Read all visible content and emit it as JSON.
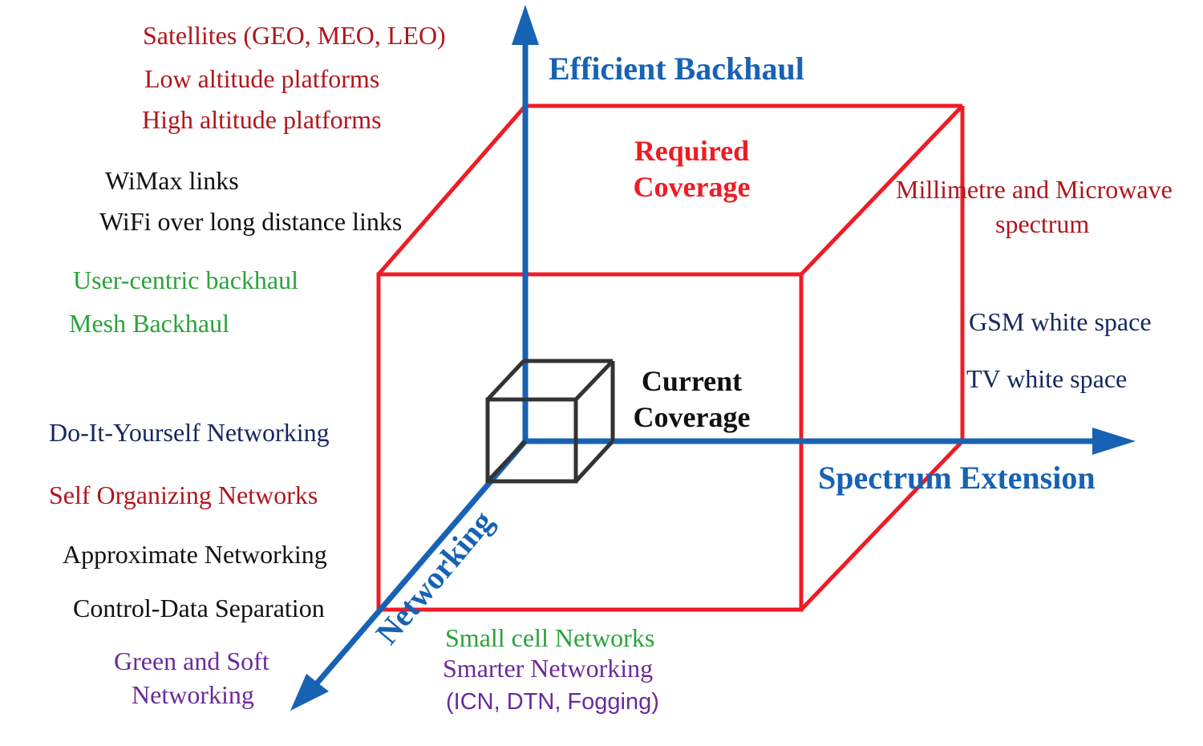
{
  "axes": {
    "vertical": "Efficient Backhaul",
    "horizontal": "Spectrum Extension",
    "diagonal": "Networking"
  },
  "regions": {
    "required": [
      "Required",
      "Coverage"
    ],
    "current": [
      "Current",
      "Coverage"
    ]
  },
  "backhaul_items": [
    "Satellites (GEO, MEO, LEO)",
    "Low altitude platforms",
    "High altitude platforms",
    "WiMax links",
    "WiFi over long distance links",
    "User-centric backhaul",
    "Mesh Backhaul"
  ],
  "spectrum_items": [
    "Millimetre and Microwave",
    "spectrum",
    "GSM white space",
    "TV white space"
  ],
  "networking_items": [
    "Do-It-Yourself Networking",
    "Self Organizing Networks",
    "Approximate Networking",
    "Control-Data Separation",
    "Green and Soft",
    "Networking",
    "Small cell Networks",
    "Smarter Networking",
    "(ICN, DTN, Fogging)"
  ],
  "colors": {
    "axis": "#1762b4",
    "required_cube": "#ee1c25",
    "current_cube": "#333333",
    "dark_red_text": "#b0161c",
    "green_text": "#2aa33a",
    "navy_text": "#14275f",
    "purple_text": "#6a2b9a"
  }
}
